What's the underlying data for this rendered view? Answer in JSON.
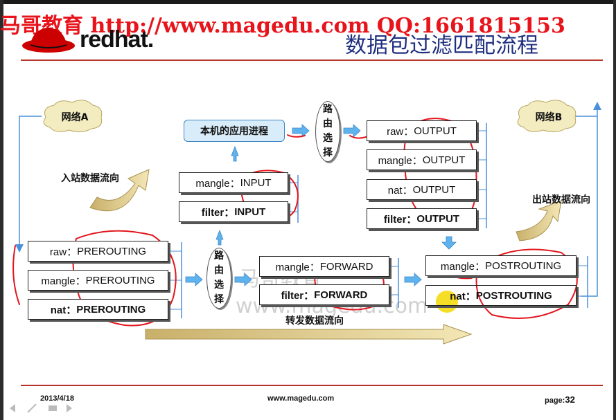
{
  "header": {
    "watermark": "马哥教育 http://www.magedu.com QQ:1661815153",
    "logo_text": "redhat.",
    "slide_title": "数据包过滤匹配流程"
  },
  "clouds": {
    "network_a": "网络A",
    "network_b": "网络B"
  },
  "flows": {
    "inbound": "入站数据流向",
    "outbound": "出站数据流向",
    "forward": "转发数据流向"
  },
  "local_process": "本机的应用进程",
  "routing": {
    "top": "路\n由\n选\n择",
    "middle": "路\n由\n选\n择"
  },
  "chains": {
    "prerouting": [
      {
        "table": "raw：",
        "chain": "PREROUTING",
        "bold": false
      },
      {
        "table": "mangle：",
        "chain": "PREROUTING",
        "bold": false
      },
      {
        "table": "nat：",
        "chain": "PREROUTING",
        "bold": true
      }
    ],
    "input": [
      {
        "table": "mangle：",
        "chain": "INPUT",
        "bold": false
      },
      {
        "table": "filter：",
        "chain": "INPUT",
        "bold": true
      }
    ],
    "forward": [
      {
        "table": "mangle：",
        "chain": "FORWARD",
        "bold": false
      },
      {
        "table": "filter：",
        "chain": "FORWARD",
        "bold": true
      }
    ],
    "output": [
      {
        "table": "raw：",
        "chain": "OUTPUT",
        "bold": false
      },
      {
        "table": "mangle：",
        "chain": "OUTPUT",
        "bold": false
      },
      {
        "table": "nat：",
        "chain": "OUTPUT",
        "bold": false
      },
      {
        "table": "filter：",
        "chain": "OUTPUT",
        "bold": true
      }
    ],
    "postrouting": [
      {
        "table": "mangle：",
        "chain": "POSTROUTING",
        "bold": false
      },
      {
        "table": "nat：",
        "chain": "POSTROUTING",
        "bold": true
      }
    ]
  },
  "ghost_watermark": {
    "line1": "马哥教育",
    "line2": "www.magedu.com"
  },
  "footer": {
    "date": "2013/4/18",
    "site": "www.magedu.com",
    "page_label": "page:",
    "page_number": "32"
  },
  "colors": {
    "title_blue": "#1f2f80",
    "watermark_red": "#e8141b",
    "arrow_blue": "#3d9be0",
    "line_blue": "#4a90d9",
    "annotation_red": "#e3161e"
  }
}
